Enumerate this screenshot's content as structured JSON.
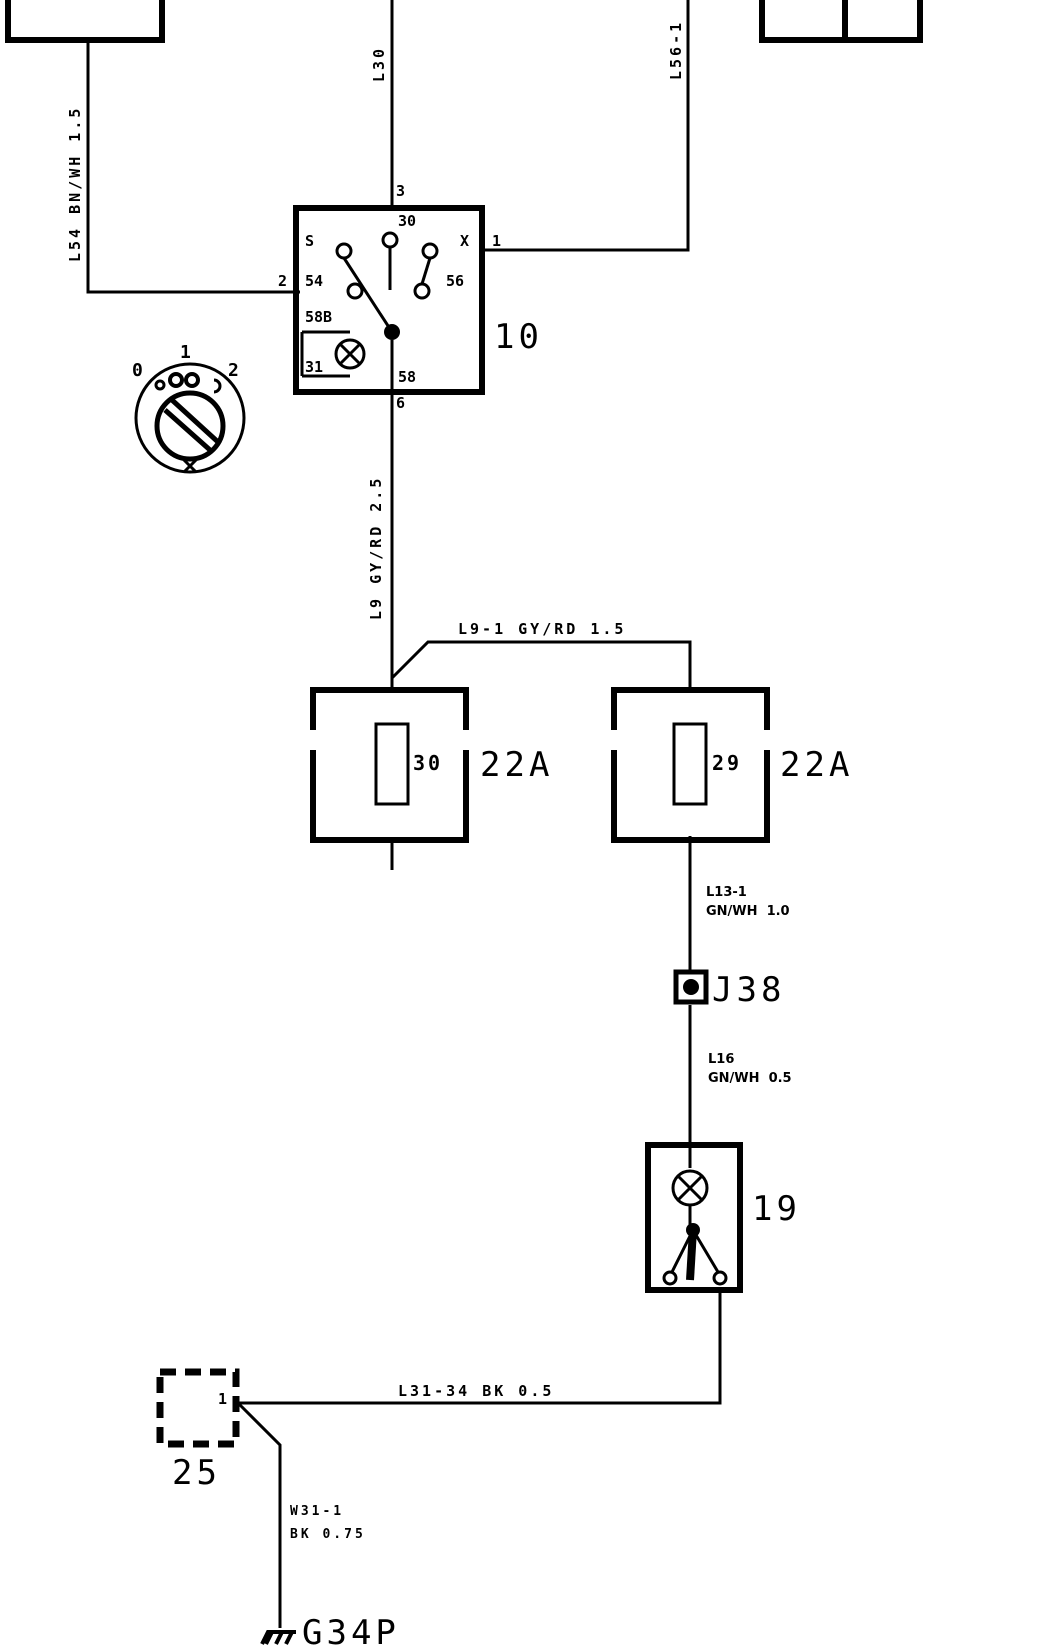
{
  "wires": {
    "l54": "L54 BN/WH 1.5",
    "l30": "L30",
    "l56": "L56-1",
    "l9": "L9 GY/RD 2.5",
    "l9_1": "L9-1 GY/RD 1.5",
    "l13_1_id": "L13-1",
    "l13_1_spec": "GN/WH  1.0",
    "l16_id": "L16",
    "l16_spec": "GN/WH  0.5",
    "l31_34": "L31-34 BK 0.5",
    "w31_1_id": "W31-1",
    "w31_1_spec": "BK 0.75"
  },
  "switch10": {
    "id": "10",
    "pin_top": "3",
    "pin_left": "2",
    "pin_right": "1",
    "pin_bottom": "6",
    "t30": "30",
    "tS": "S",
    "tX": "X",
    "t54": "54",
    "t56": "56",
    "t58B": "58B",
    "t31": "31",
    "t58": "58"
  },
  "key_switch": {
    "pos0": "0",
    "pos1": "1",
    "pos2": "2"
  },
  "fuses": [
    {
      "number": "30",
      "rating": "22A"
    },
    {
      "number": "29",
      "rating": "22A"
    }
  ],
  "junction": {
    "id": "J38"
  },
  "lamp19": {
    "id": "19"
  },
  "connector25": {
    "id": "25",
    "pin": "1"
  },
  "ground": {
    "id": "G34P"
  }
}
